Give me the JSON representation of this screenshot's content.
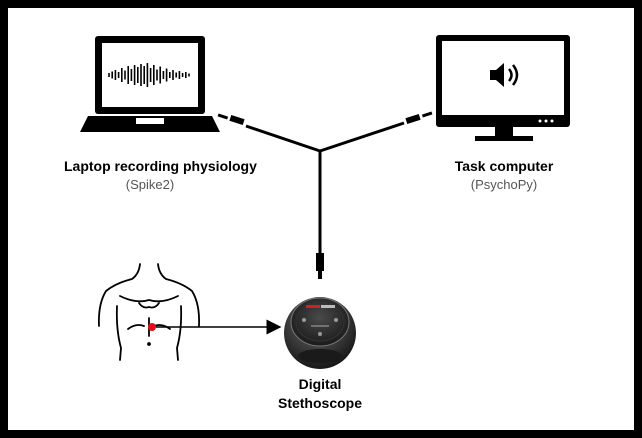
{
  "laptop": {
    "title": "Laptop recording physiology",
    "software": "(Spike2)"
  },
  "task_computer": {
    "title": "Task computer",
    "software": "(PsychoPy)"
  },
  "stethoscope": {
    "title_line1": "Digital",
    "title_line2": "Stethoscope"
  },
  "colors": {
    "marker": "#e0101a",
    "ink": "#000000"
  },
  "icons": [
    "laptop-waveform-icon",
    "monitor-speaker-icon",
    "torso-icon",
    "stethoscope-device-icon"
  ]
}
